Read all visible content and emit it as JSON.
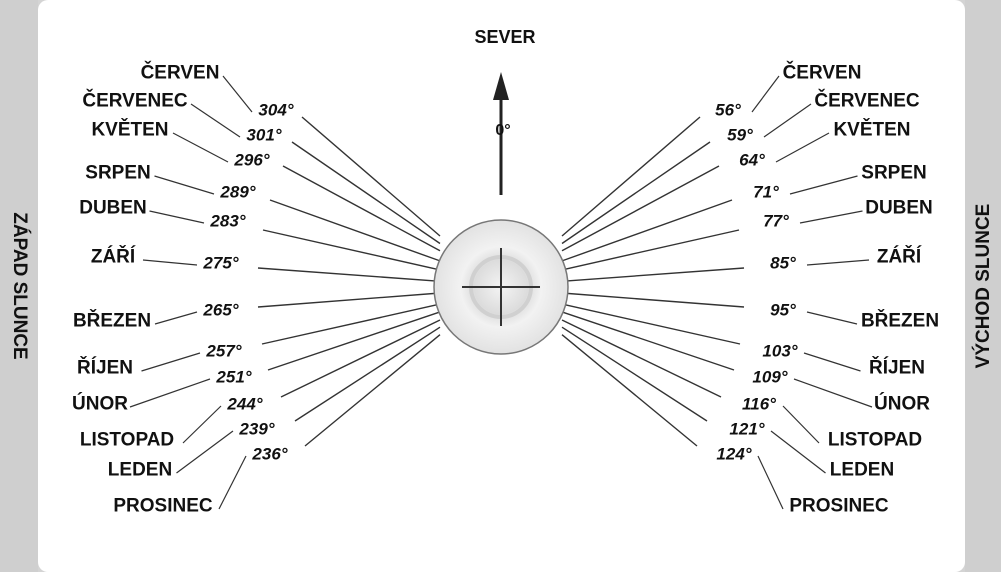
{
  "north": {
    "label": "SEVER",
    "angle": "0°"
  },
  "west_label": "ZÁPAD SLUNCE",
  "east_label": "VÝCHOD SLUNCE",
  "sunset": [
    {
      "month": "ČERVEN",
      "degrees": "304°"
    },
    {
      "month": "ČERVENEC",
      "degrees": "301°"
    },
    {
      "month": "KVĚTEN",
      "degrees": "296°"
    },
    {
      "month": "SRPEN",
      "degrees": "289°"
    },
    {
      "month": "DUBEN",
      "degrees": "283°"
    },
    {
      "month": "ZÁŘÍ",
      "degrees": "275°"
    },
    {
      "month": "BŘEZEN",
      "degrees": "265°"
    },
    {
      "month": "ŘÍJEN",
      "degrees": "257°"
    },
    {
      "month": "ÚNOR",
      "degrees": "251°"
    },
    {
      "month": "LISTOPAD",
      "degrees": "244°"
    },
    {
      "month": "LEDEN",
      "degrees": "239°"
    },
    {
      "month": "PROSINEC",
      "degrees": "236°"
    }
  ],
  "sunrise": [
    {
      "month": "ČERVEN",
      "degrees": "56°"
    },
    {
      "month": "ČERVENEC",
      "degrees": "59°"
    },
    {
      "month": "KVĚTEN",
      "degrees": "64°"
    },
    {
      "month": "SRPEN",
      "degrees": "71°"
    },
    {
      "month": "DUBEN",
      "degrees": "77°"
    },
    {
      "month": "ZÁŘÍ",
      "degrees": "85°"
    },
    {
      "month": "BŘEZEN",
      "degrees": "95°"
    },
    {
      "month": "ŘÍJEN",
      "degrees": "103°"
    },
    {
      "month": "ÚNOR",
      "degrees": "109°"
    },
    {
      "month": "LISTOPAD",
      "degrees": "116°"
    },
    {
      "month": "LEDEN",
      "degrees": "121°"
    },
    {
      "month": "PROSINEC",
      "degrees": "124°"
    }
  ]
}
